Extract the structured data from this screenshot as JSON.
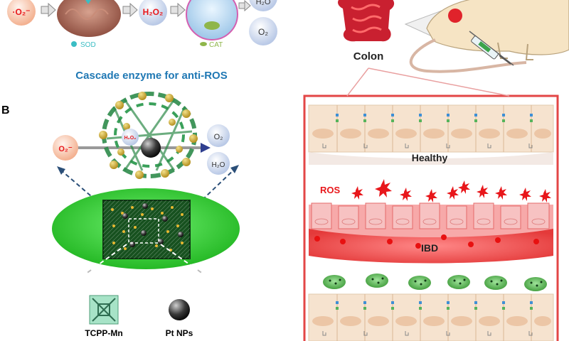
{
  "top_row": {
    "superoxide": "·O₂⁻",
    "h2o2": "H₂O₂",
    "h2o_partial": "H₂O",
    "o2": "O₂",
    "sod_label": "SOD",
    "cat_label": "CAT"
  },
  "cascade_title": "Cascade enzyme for anti-ROS",
  "panel_b": {
    "label": "B",
    "superoxide": "O₂⁻",
    "h2o2": "H₂O₂",
    "o2": "O₂",
    "h2o": "H₂O"
  },
  "legend": {
    "tcpp": "TCPP-Mn",
    "pt": "Pt NPs"
  },
  "right": {
    "colon": "Colon",
    "healthy": "Healthy",
    "ros": "ROS",
    "ibd": "IBD"
  },
  "colors": {
    "title_blue": "#1f78b4",
    "ros_red": "#e8171b",
    "tissue_beige": "#f6e3cf",
    "inflamed_red": "#f26161",
    "frame_red": "#e34646",
    "capsule_green": "#3ddc3d",
    "mof_green": "#2e8b4a",
    "gold": "#d4b23a"
  }
}
